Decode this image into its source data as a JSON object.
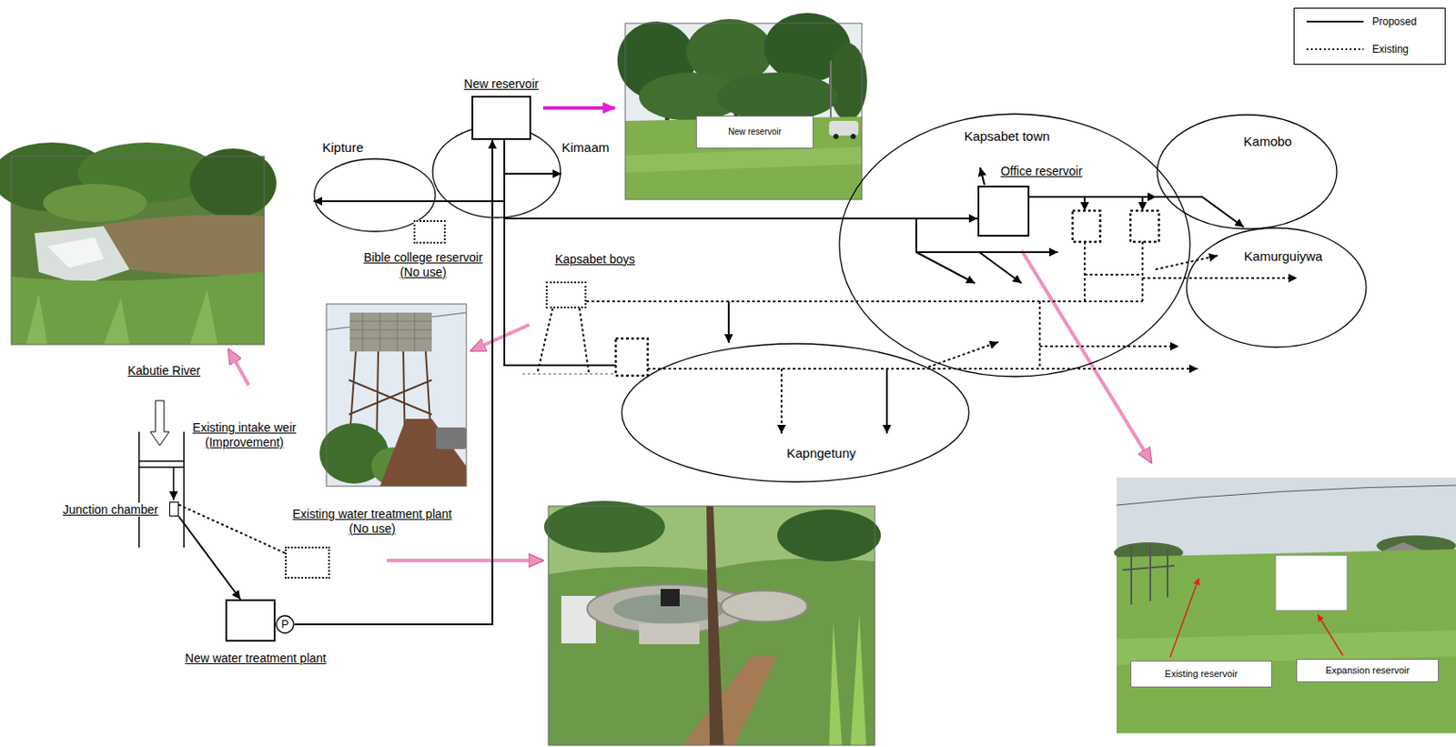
{
  "diagram": {
    "nodes": [
      {
        "text": [
          "New reservoir"
        ]
      },
      {
        "text": [
          "New reservoir"
        ]
      },
      {
        "text": [
          "Kapsabet town"
        ]
      },
      {
        "text": [
          "Kamobo"
        ]
      },
      {
        "text": [
          "Kipture"
        ]
      },
      {
        "text": [
          "Kimaam"
        ]
      },
      {
        "text": [
          "Office reservoir"
        ],
        "in": 2
      },
      {
        "text": [
          "Bible college reservoir (No use)"
        ]
      },
      {
        "text": [
          "Kamurguiywa"
        ]
      },
      {
        "text": [
          "Kapsabet boys"
        ]
      },
      {
        "text": [
          "Kapngetuny"
        ]
      },
      {
        "text": [
          "Junction chamber"
        ]
      },
      {
        "text": [
          "Existing water treatment plant (No use)"
        ]
      },
      {
        "text": [
          "New water treatment plant"
        ]
      },
      {
        "text": [
          "P"
        ]
      },
      {
        "text": [
          "Existing reservoir"
        ]
      },
      {
        "text": [
          "Expansion reservoir"
        ]
      }
    ],
    "edges": [
      {
        "from": 11,
        "to": 13,
        "arrow": "to"
      },
      {
        "from": 11,
        "to": 12,
        "arrow": "none"
      },
      {
        "from": 14,
        "to": 0,
        "arrow": "to"
      },
      {
        "from": 0,
        "to": 6,
        "arrow": "to"
      },
      {
        "from": 0,
        "to": 4,
        "arrow": "to"
      },
      {
        "from": 0,
        "to": 5,
        "arrow": "to"
      },
      {
        "from": 6,
        "to": 3,
        "arrow": "to"
      },
      {
        "from": 6,
        "to": 8,
        "arrow": "to"
      },
      {
        "from": 9,
        "to": 10,
        "arrow": "to"
      }
    ],
    "labels": [
      "Kabutie River",
      "Existing intake weir (Improvement)"
    ],
    "legend": [
      {
        "text": "Proposed"
      },
      {
        "text": "Existing"
      }
    ]
  }
}
